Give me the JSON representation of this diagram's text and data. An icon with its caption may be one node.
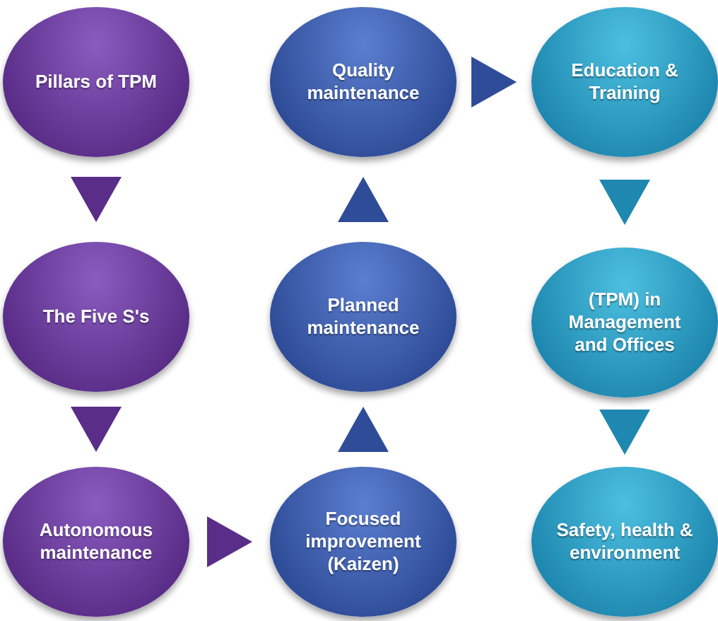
{
  "diagram": {
    "nodes": [
      {
        "text": [
          "Pillars of TPM"
        ]
      },
      {
        "text": [
          "The Five S's"
        ]
      },
      {
        "text": [
          "Autonomous maintenance"
        ]
      },
      {
        "text": [
          "Focused improvement (Kaizen)"
        ]
      },
      {
        "text": [
          "Planned maintenance"
        ]
      },
      {
        "text": [
          "Quality maintenance"
        ]
      },
      {
        "text": [
          "Education & Training"
        ]
      },
      {
        "text": [
          "(TPM) in Management and Offices"
        ]
      },
      {
        "text": [
          "Safety, health & environment"
        ]
      }
    ],
    "edges": [
      {
        "from": 0,
        "to": 1,
        "arrow": "to"
      },
      {
        "from": 1,
        "to": 2,
        "arrow": "to"
      },
      {
        "from": 2,
        "to": 3,
        "arrow": "to"
      },
      {
        "from": 3,
        "to": 4,
        "arrow": "to"
      },
      {
        "from": 4,
        "to": 5,
        "arrow": "to"
      },
      {
        "from": 5,
        "to": 6,
        "arrow": "to"
      },
      {
        "from": 6,
        "to": 7,
        "arrow": "to"
      },
      {
        "from": 7,
        "to": 8,
        "arrow": "to"
      }
    ]
  }
}
